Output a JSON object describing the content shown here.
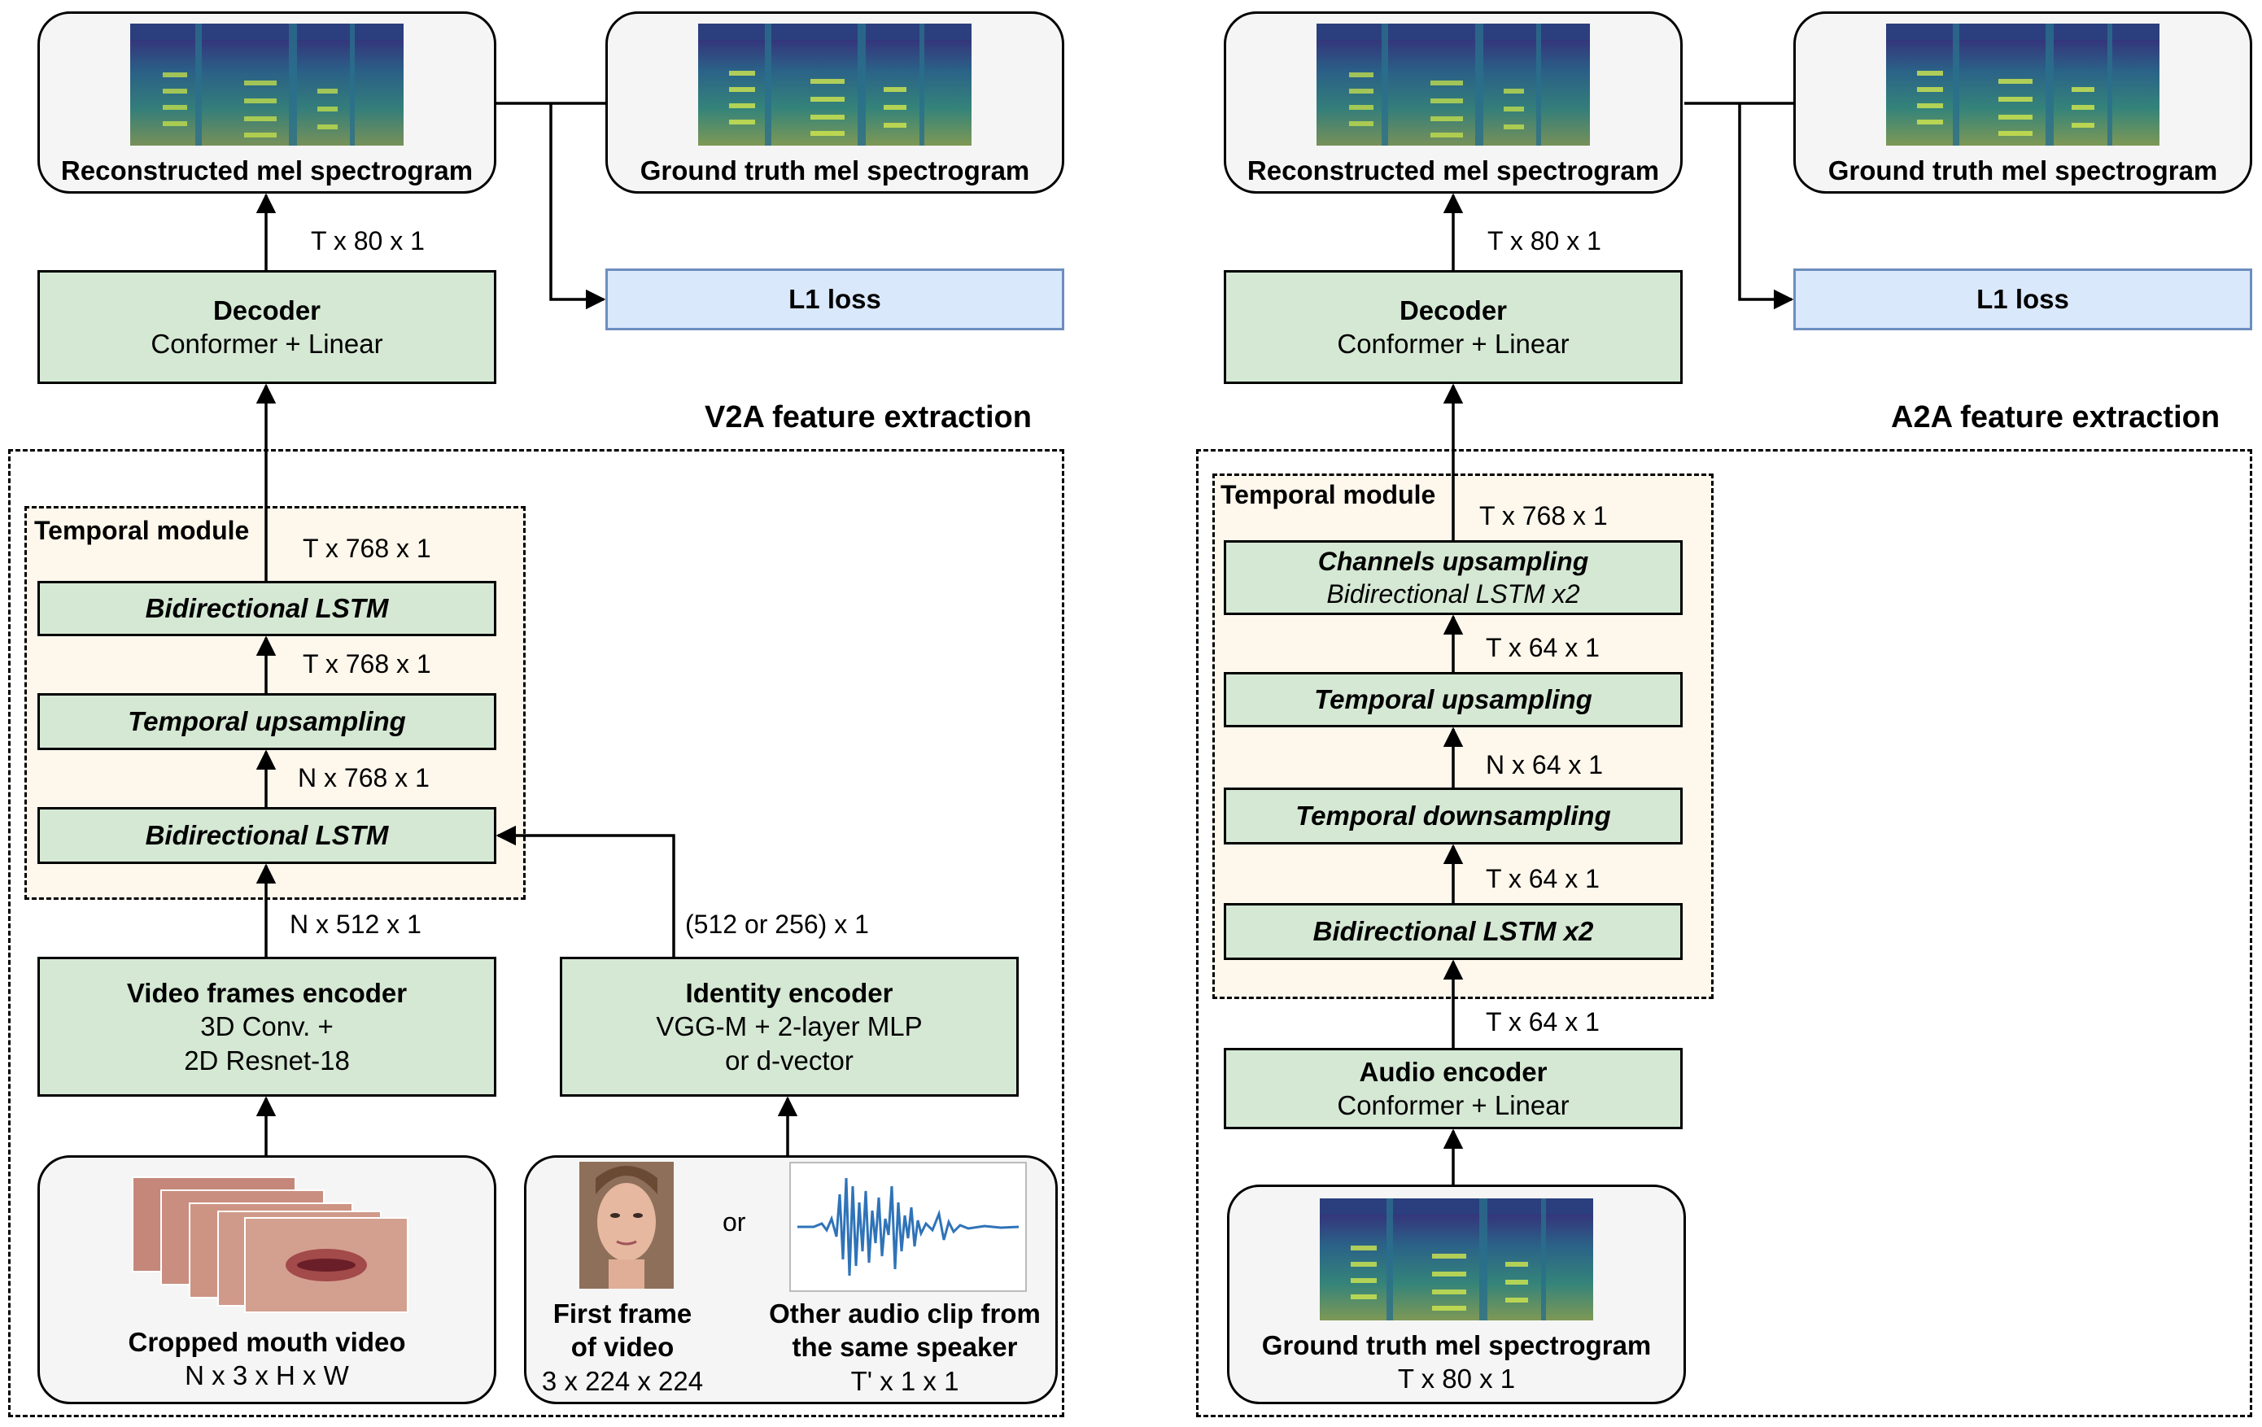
{
  "v2a": {
    "section_title": "V2A feature extraction",
    "recon_label": "Reconstructed mel spectrogram",
    "gt_label": "Ground truth mel spectrogram",
    "loss_label": "L1 loss",
    "decoder_title": "Decoder",
    "decoder_sub": "Conformer + Linear",
    "dim_decoder_out": "T x 80 x 1",
    "temporal_module_label": "Temporal module",
    "dim_lstm2_out": "T x 768 x 1",
    "lstm2_label": "Bidirectional LSTM",
    "dim_upsample_out": "T x 768 x 1",
    "upsample_label": "Temporal upsampling",
    "dim_lstm1_out": "N x 768 x 1",
    "lstm1_label": "Bidirectional LSTM",
    "dim_video_enc_out": "N x 512 x 1",
    "dim_identity_out": "(512 or 256) x 1",
    "video_enc_title": "Video frames encoder",
    "video_enc_line1": "3D Conv. +",
    "video_enc_line2": "2D Resnet-18",
    "identity_title": "Identity encoder",
    "identity_line1": "VGG-M + 2-layer MLP",
    "identity_line2": "or d-vector",
    "mouth_title": "Cropped mouth video",
    "mouth_dims": "N x 3 x H x W",
    "first_frame_line1": "First frame",
    "first_frame_line2": "of video",
    "first_frame_dims": "3 x 224 x 224",
    "or_label": "or",
    "other_audio_line1": "Other audio clip from",
    "other_audio_line2": "the same speaker",
    "other_audio_dims": "T' x 1 x 1"
  },
  "a2a": {
    "section_title": "A2A feature extraction",
    "recon_label": "Reconstructed mel spectrogram",
    "gt_label": "Ground truth mel spectrogram",
    "loss_label": "L1 loss",
    "decoder_title": "Decoder",
    "decoder_sub": "Conformer + Linear",
    "dim_decoder_out": "T x 80 x 1",
    "temporal_module_label": "Temporal module",
    "dim_channels_out": "T x 768 x 1",
    "channels_title": "Channels upsampling",
    "channels_sub": "Bidirectional LSTM x2",
    "dim_upsample_out": "T x 64 x 1",
    "upsample_label": "Temporal upsampling",
    "dim_downsample_out": "N x 64 x 1",
    "downsample_label": "Temporal downsampling",
    "dim_lstm_out": "T x 64 x 1",
    "lstm_label": "Bidirectional LSTM x2",
    "dim_audio_enc_out": "T x 64 x 1",
    "audio_enc_title": "Audio encoder",
    "audio_enc_sub": "Conformer + Linear",
    "input_title": "Ground truth mel spectrogram",
    "input_dims": "T x 80 x 1"
  },
  "colors": {
    "block_fill": "#d5e8d4",
    "loss_fill": "#dae8fc",
    "loss_border": "#6c8ebf",
    "input_fill": "#f5f5f5",
    "temporal_fill": "#fdf7ec"
  }
}
